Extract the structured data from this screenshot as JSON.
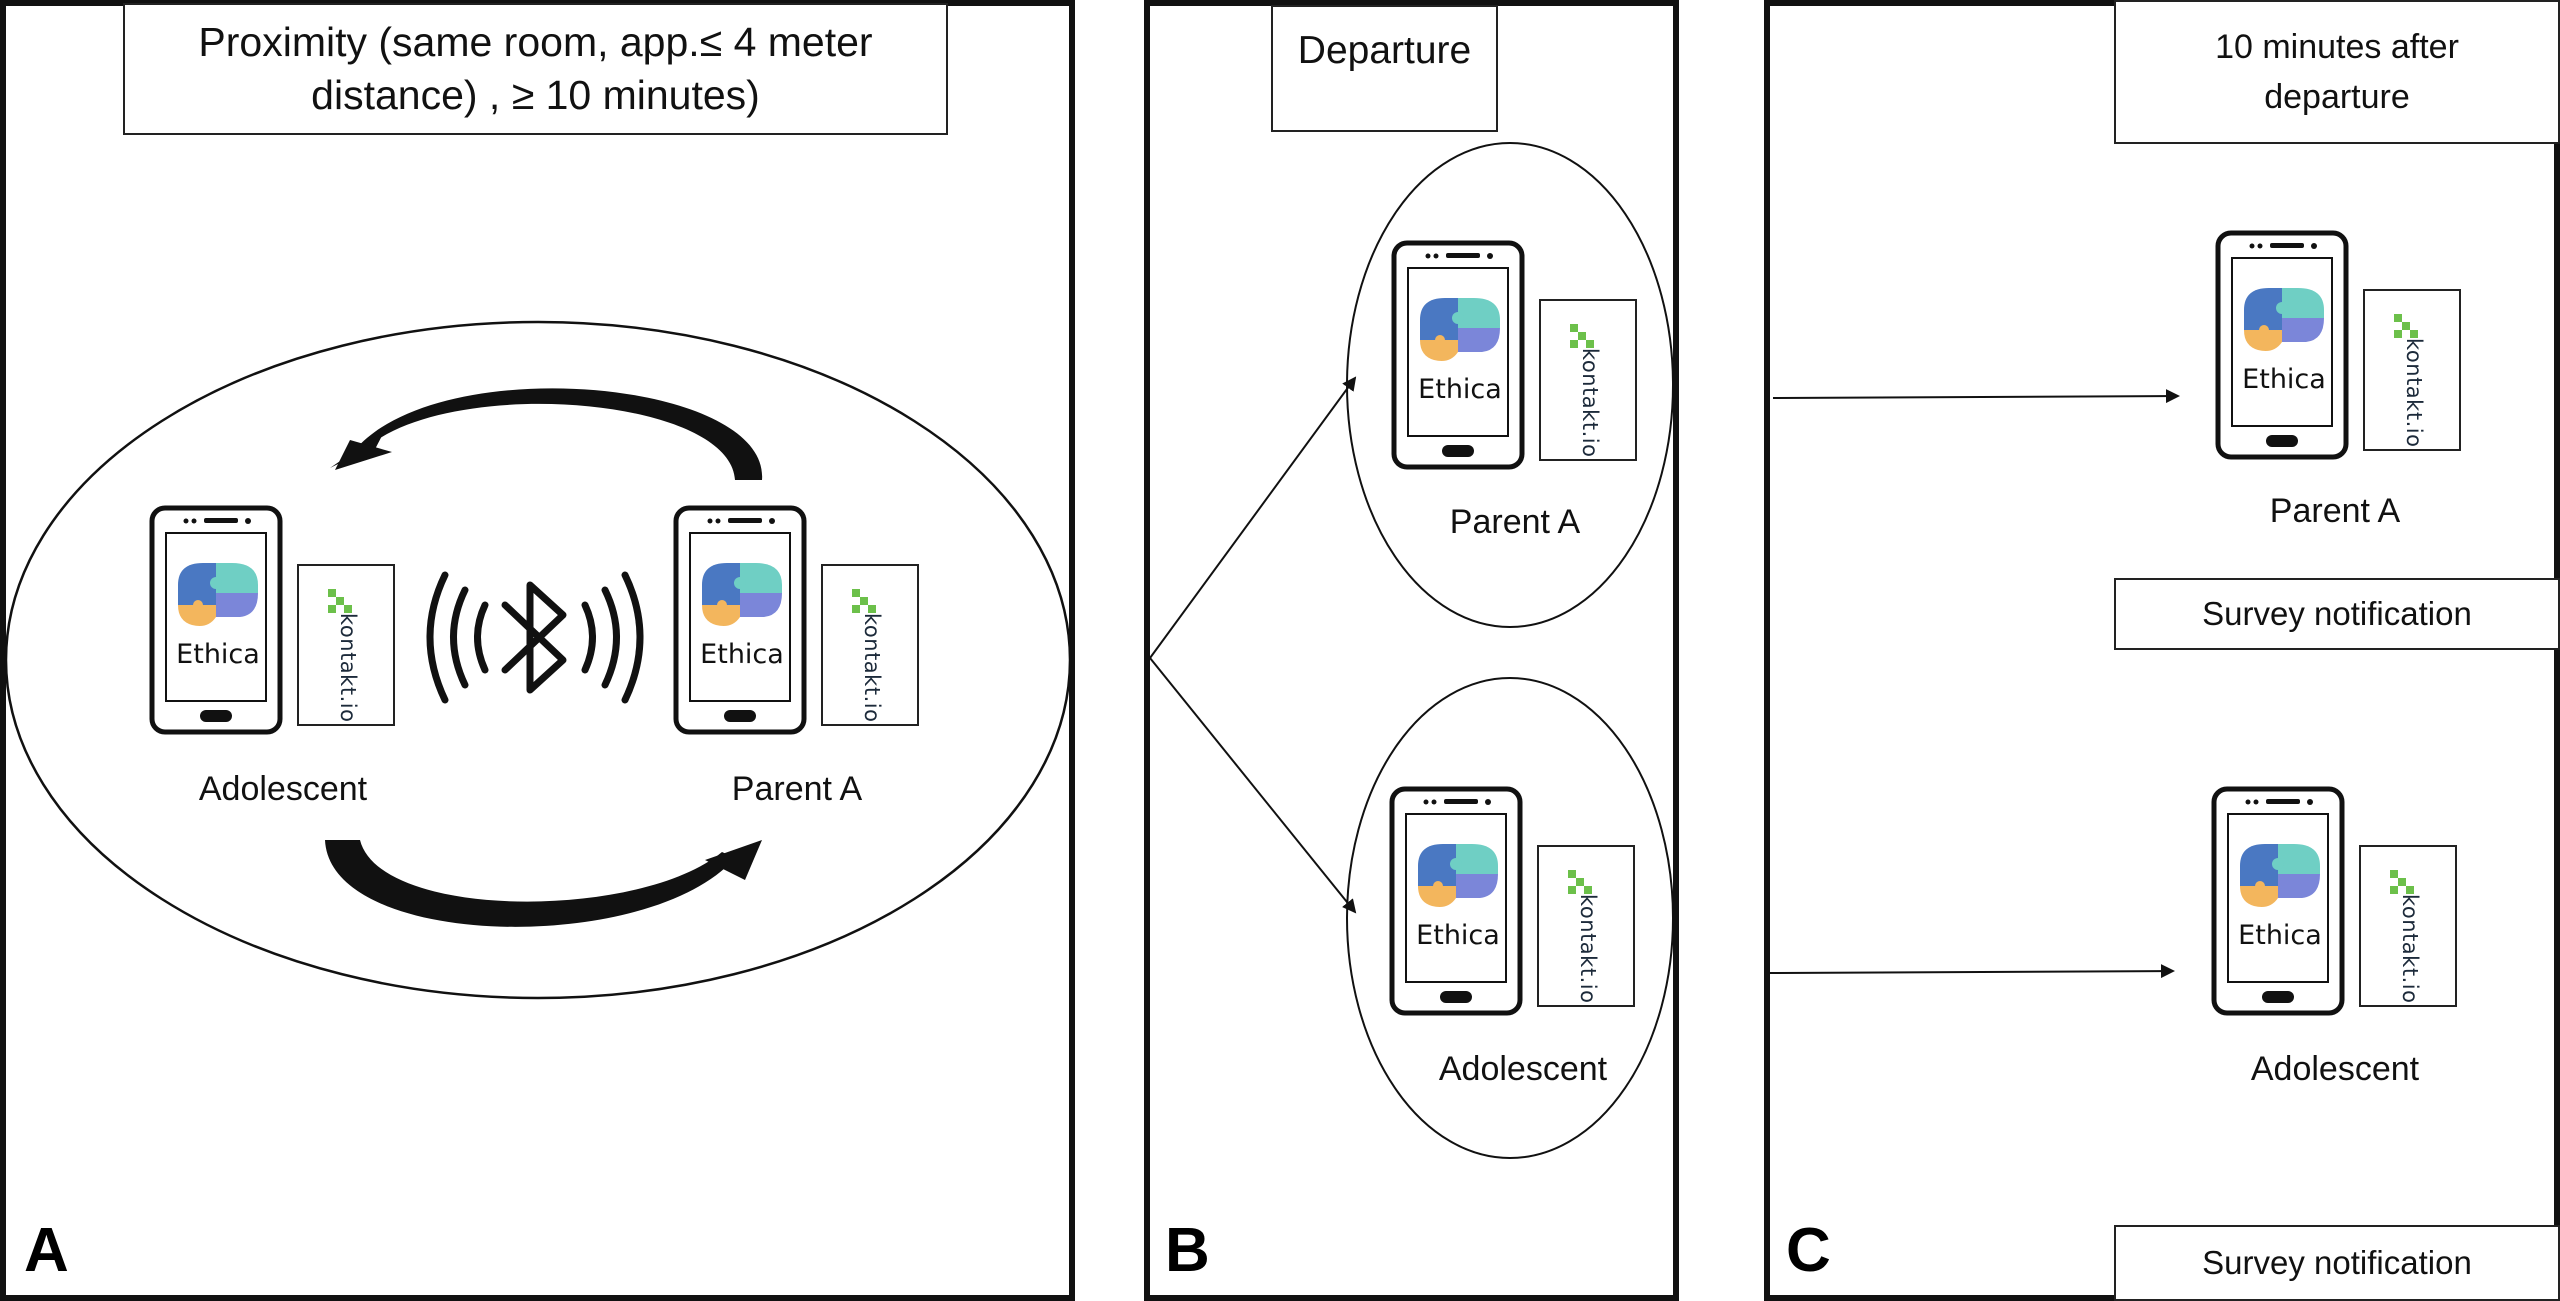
{
  "panels": {
    "a": {
      "label": "A",
      "title": "Proximity (same room, app.≤ 4 meter distance) , ≥ 10 minutes)",
      "adolescent_caption": "Adolescent",
      "parent_caption": "Parent A"
    },
    "b": {
      "label": "B",
      "title": "Departure",
      "parent_caption": "Parent A",
      "adolescent_caption": "Adolescent"
    },
    "c": {
      "label": "C",
      "title_line1": "10 minutes after",
      "title_line2": "departure",
      "parent_caption": "Parent A",
      "adolescent_caption": "Adolescent",
      "notification_1": "Survey notification",
      "notification_2": "Survey notification"
    }
  },
  "device": {
    "app_name": "Ethica",
    "beacon_brand": "kontakt.io",
    "app_icon": "brain-puzzle-icon",
    "beacon_icon": "kontakt-logo-icon"
  },
  "colors": {
    "brain_blue": "#4a78c2",
    "brain_teal": "#6fcfc4",
    "brain_orange": "#f3b65d",
    "brain_purple": "#7b86d9",
    "kontakt_green": "#6cc04a",
    "line": "#111111"
  },
  "icons": {
    "bluetooth": "bluetooth-signal-icon",
    "exchange_arrows": "circular-exchange-arrows-icon"
  }
}
